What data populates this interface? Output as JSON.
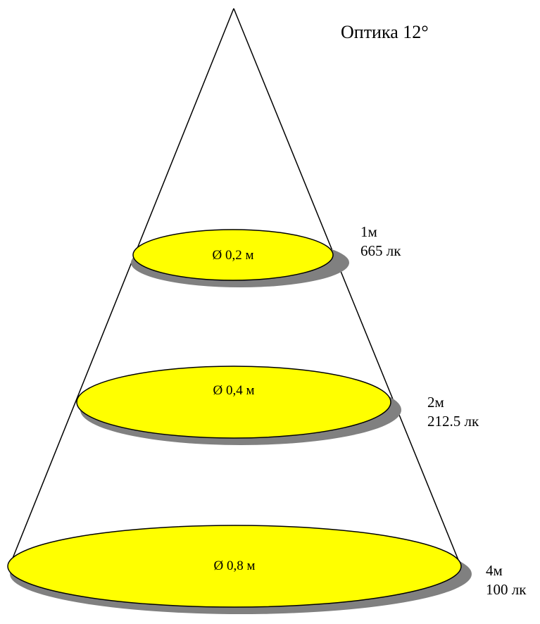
{
  "title": "Оптика 12°",
  "colors": {
    "fill": "#ffff00",
    "shadow": "#808080",
    "stroke": "#000000"
  },
  "levels": [
    {
      "distance": "1м",
      "illuminance": "665 лк",
      "diameter": "Ø 0,2 м"
    },
    {
      "distance": "2м",
      "illuminance": "212.5 лк",
      "diameter": "Ø 0,4 м"
    },
    {
      "distance": "4м",
      "illuminance": "100 лк",
      "diameter": "Ø 0,8 м"
    }
  ]
}
